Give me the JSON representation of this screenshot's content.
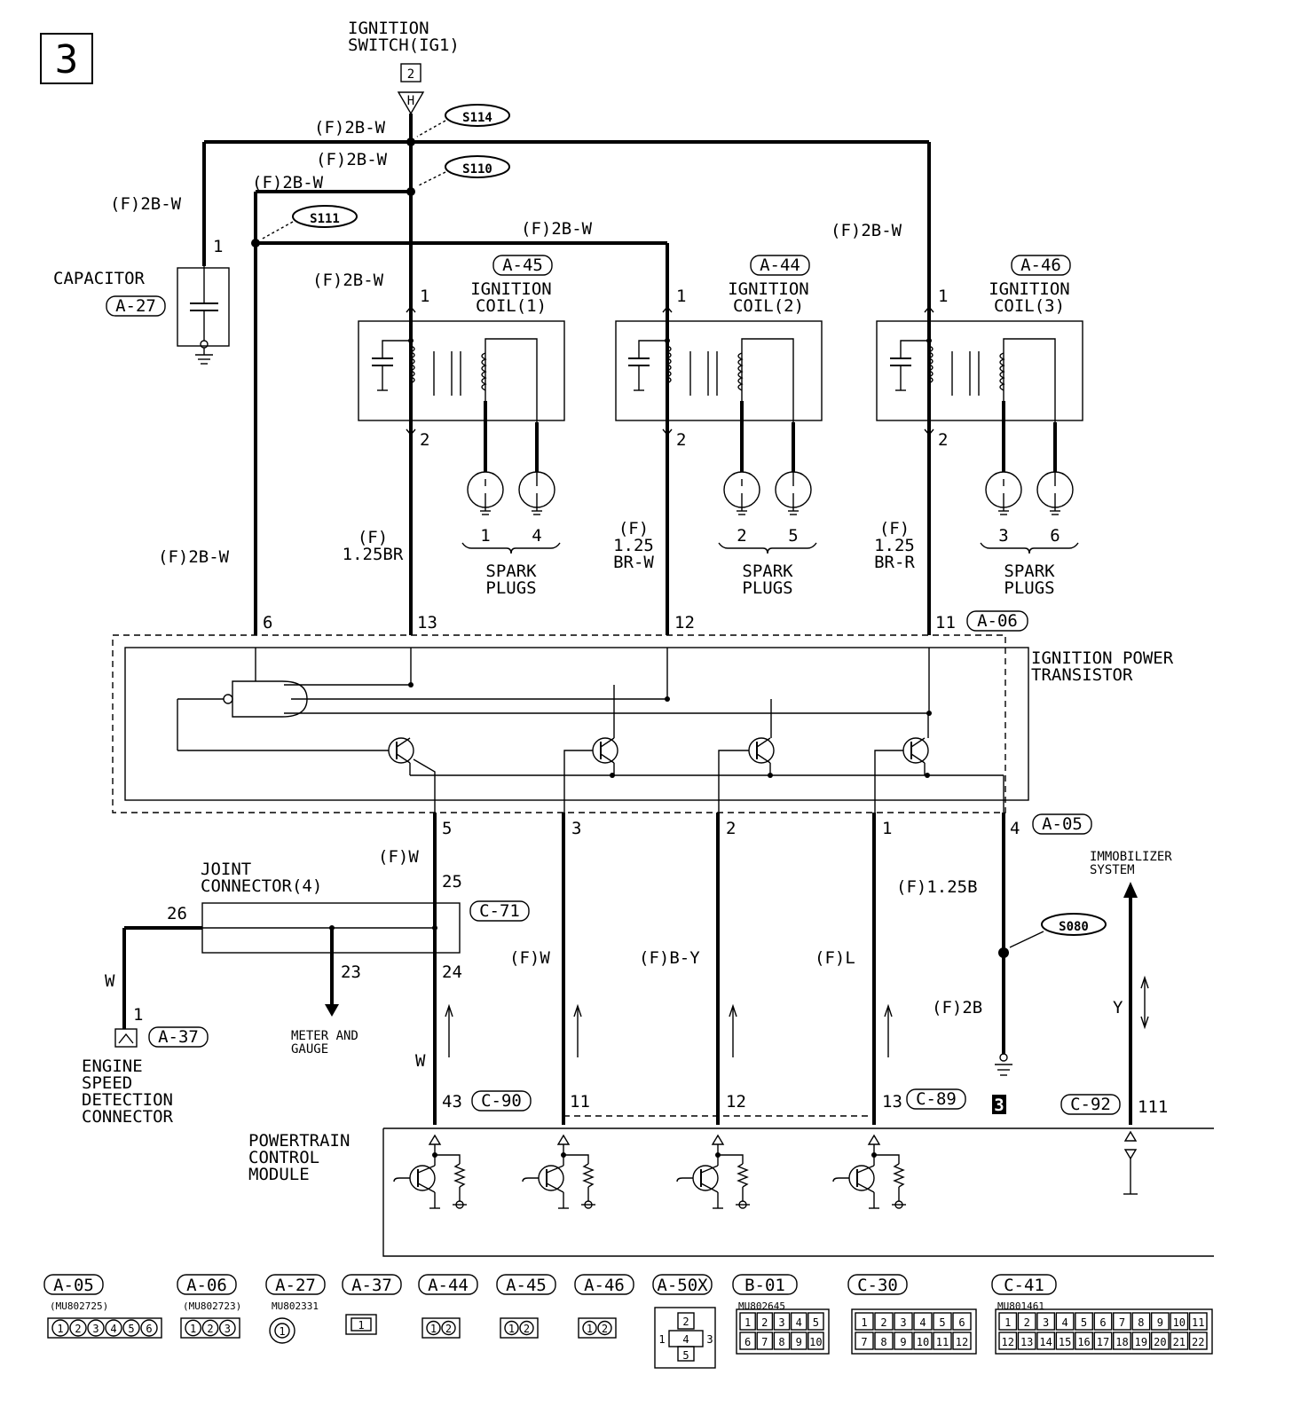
{
  "page_number": "3",
  "top": {
    "ignition_switch": "IGNITION\nSWITCH(IG1)",
    "switch_pin": "2",
    "fuse_mark": "H"
  },
  "splices": {
    "s114": "S114",
    "s110": "S110",
    "s111": "S111",
    "s080": "S080"
  },
  "wire_labels": {
    "top_main": "(F)2B-W",
    "second": "(F)2B-W",
    "third": "(F)2B-W",
    "capacitor_feed": "(F)2B-W",
    "coil2_feed": "(F)2B-W",
    "coil3_feed": "(F)2B-W",
    "coil1_feed": "(F)2B-W",
    "pin6": "(F)2B-W",
    "coil1_out": "(F)\n1.25BR",
    "coil2_out": "(F)\n1.25\nBR-W",
    "coil3_out": "(F)\n1.25\nBR-R",
    "pin5": "(F)W",
    "pin3": "(F)W",
    "pin2": "(F)B-Y",
    "pin1": "(F)L",
    "pin4": "(F)1.25B",
    "ground": "(F)2B",
    "w_tach": "W",
    "w_pcm": "W",
    "y_immob": "Y"
  },
  "capacitor": {
    "label": "CAPACITOR",
    "connector": "A-27",
    "pin": "1"
  },
  "coils": [
    {
      "connector": "A-45",
      "name": "IGNITION\nCOIL(1)",
      "pin_in": "1",
      "pin_out": "2",
      "plugs": [
        "1",
        "4"
      ]
    },
    {
      "connector": "A-44",
      "name": "IGNITION\nCOIL(2)",
      "pin_in": "1",
      "pin_out": "2",
      "plugs": [
        "2",
        "5"
      ]
    },
    {
      "connector": "A-46",
      "name": "IGNITION\nCOIL(3)",
      "pin_in": "1",
      "pin_out": "2",
      "plugs": [
        "3",
        "6"
      ]
    }
  ],
  "spark_plugs_label": "SPARK\nPLUGS",
  "transistor": {
    "label": "IGNITION POWER\nTRANSISTOR",
    "top_connector": "A-06",
    "bottom_connector": "A-05",
    "top_pins": [
      "6",
      "13",
      "12",
      "11"
    ],
    "bottom_pins": [
      "5",
      "3",
      "2",
      "1",
      "4"
    ]
  },
  "joint_connector": {
    "label": "JOINT\nCONNECTOR(4)",
    "connector": "C-71",
    "pins": {
      "in": "25",
      "left": "26",
      "down": "23",
      "out": "24"
    }
  },
  "engine_speed": {
    "label": "ENGINE\nSPEED\nDETECTION\nCONNECTOR",
    "connector": "A-37",
    "pin": "1"
  },
  "meter": {
    "label": "METER AND\nGAUGE"
  },
  "immobilizer": {
    "label": "IMMOBILIZER\nSYSTEM"
  },
  "pcm": {
    "label": "POWERTRAIN\nCONTROL\nMODULE",
    "pins": [
      "43",
      "11",
      "12",
      "13",
      "111"
    ],
    "connectors": [
      "C-90",
      "C-89",
      "C-92"
    ],
    "ground_ref": "3"
  },
  "connector_legend": [
    {
      "name": "A-05",
      "part": "(MU802725)"
    },
    {
      "name": "A-06",
      "part": "(MU802723)"
    },
    {
      "name": "A-27",
      "part": "MU802331"
    },
    {
      "name": "A-37",
      "part": ""
    },
    {
      "name": "A-44",
      "part": ""
    },
    {
      "name": "A-45",
      "part": ""
    },
    {
      "name": "A-46",
      "part": ""
    },
    {
      "name": "A-50X",
      "part": ""
    },
    {
      "name": "B-01",
      "part": "MU802645"
    },
    {
      "name": "C-30",
      "part": ""
    },
    {
      "name": "C-41",
      "part": "MU801461"
    }
  ]
}
